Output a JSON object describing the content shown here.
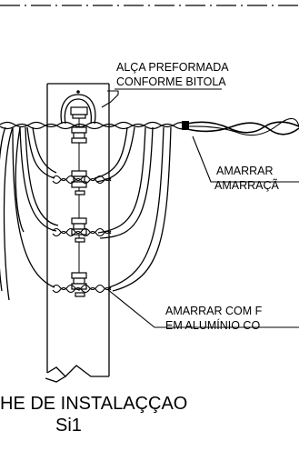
{
  "diagram": {
    "labels": {
      "alca_line1": "ALÇA PREFORMADA",
      "alca_line2": "CONFORME BITOLA",
      "amarrar_line1": "AMARRAR",
      "amarrar_line2": "AMARRAÇÃ",
      "aluminio_line1": "AMARRAR COM F",
      "aluminio_line2": "EM ALUMÍNIO CO"
    },
    "title": {
      "line1": "HE DE INSTALAÇÇAO",
      "line2": "Si1"
    },
    "colors": {
      "stroke": "#000000",
      "background": "#ffffff"
    }
  }
}
